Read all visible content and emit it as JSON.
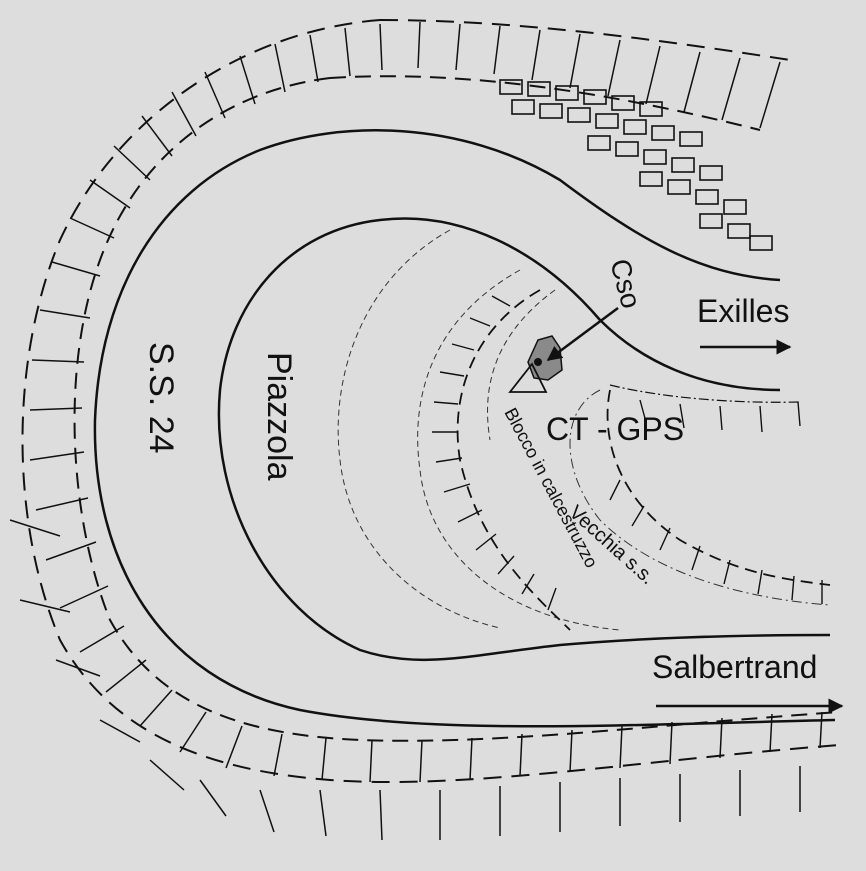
{
  "labels": {
    "road_name": "S.S. 24",
    "piazzola": "Piazzola",
    "station": "CT - GPS",
    "cso": "Cso",
    "blocco": "Blocco in calcestruzzo",
    "vecchia": "Vecchia s.s.",
    "dest_exilles": "Exilles",
    "dest_salbertrand": "Salbertrand"
  },
  "colors": {
    "background": "#dddddd",
    "ink": "#111111",
    "marker_fill": "#8a8a8a"
  },
  "icons": [
    "arrow-right-icon",
    "triangle-marker-icon",
    "arrow-diagonal-icon"
  ]
}
